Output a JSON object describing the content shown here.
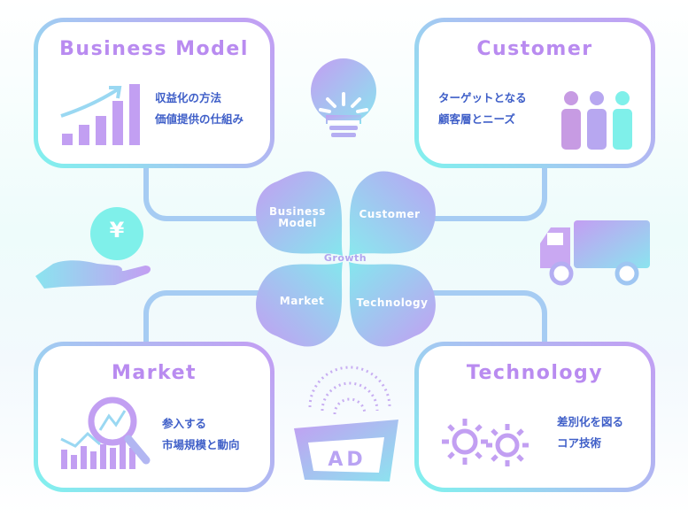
{
  "business_model": {
    "title": "Business Model",
    "lines": [
      "収益化の方法",
      "価値提供の仕組み"
    ]
  },
  "customer": {
    "title": "Customer",
    "lines": [
      "ターゲットとなる",
      "顧客層とニーズ"
    ]
  },
  "market": {
    "title": "Market",
    "lines": [
      "参入する",
      "市場規模と動向"
    ]
  },
  "technology": {
    "title": "Technology",
    "lines": [
      "差別化を図る",
      "コア技術"
    ]
  },
  "clover": {
    "business_model": "Business Model",
    "customer": "Customer",
    "market": "Market",
    "technology": "Technology",
    "center": "Growth"
  },
  "icons": {
    "yen_symbol": "¥",
    "ad_label": "AD"
  },
  "colors": {
    "purple": "#b98bf0",
    "cyan": "#7ff3ee",
    "text_blue": "#3f5fc8"
  }
}
